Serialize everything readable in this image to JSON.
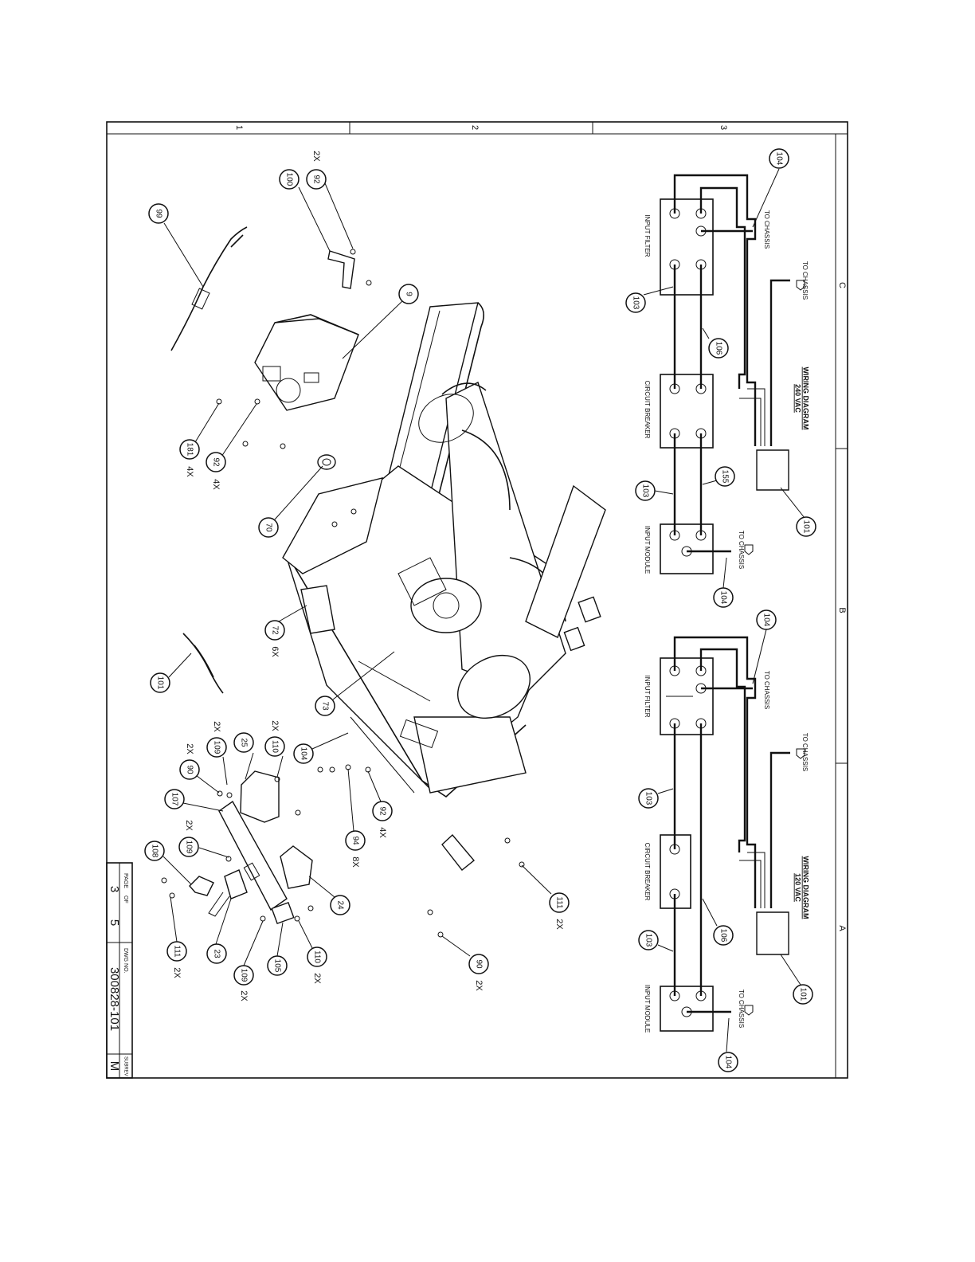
{
  "frame": {
    "zones_top": [
      "1",
      "2",
      "3"
    ],
    "zones_right": [
      "C",
      "B",
      "A"
    ]
  },
  "title_block": {
    "page_label": "PAGE",
    "of_label": "OF",
    "page": "3",
    "of": "5",
    "dwg_label": "DWG NO.",
    "dwg_no": "300828-101",
    "subrev_label": "SUBREV",
    "subrev": "M"
  },
  "wiring_240": {
    "title_line1": "WIRING DIAGRAM",
    "title_line2": "240 VAC",
    "input_filter": "INPUT FILTER",
    "circuit_breaker": "CIRCUIT BREAKER",
    "input_module": "INPUT MODULE",
    "to_chassis_filter": "TO CHASSIS",
    "to_chassis_cord": "TO CHASSIS",
    "to_chassis_module": "TO CHASSIS",
    "callouts": [
      "104",
      "101",
      "103",
      "106",
      "155",
      "103",
      "104"
    ]
  },
  "wiring_120": {
    "title_line1": "WIRING DIAGRAM",
    "title_line2": "120 VAC",
    "input_filter": "INPUT FILTER",
    "circuit_breaker": "CIRCUIT BREAKER",
    "input_module": "INPUT MODULE",
    "to_chassis_filter": "TO CHASSIS",
    "to_chassis_cord": "TO CHASSIS",
    "to_chassis_module": "TO CHASSIS",
    "callouts": [
      "104",
      "101",
      "103",
      "106",
      "103",
      "104"
    ]
  },
  "assembly_callouts": [
    {
      "num": "99",
      "qty": ""
    },
    {
      "num": "100",
      "qty": ""
    },
    {
      "num": "92",
      "qty": "2X"
    },
    {
      "num": "9",
      "qty": ""
    },
    {
      "num": "181",
      "qty": "4X"
    },
    {
      "num": "92",
      "qty": "4X"
    },
    {
      "num": "70",
      "qty": ""
    },
    {
      "num": "72",
      "qty": "6X"
    },
    {
      "num": "101",
      "qty": ""
    },
    {
      "num": "73",
      "qty": ""
    },
    {
      "num": "104",
      "qty": ""
    },
    {
      "num": "110",
      "qty": "2X"
    },
    {
      "num": "25",
      "qty": ""
    },
    {
      "num": "109",
      "qty": "2X"
    },
    {
      "num": "90",
      "qty": "2X"
    },
    {
      "num": "107",
      "qty": ""
    },
    {
      "num": "109",
      "qty": "2X"
    },
    {
      "num": "108",
      "qty": ""
    },
    {
      "num": "92",
      "qty": "4X"
    },
    {
      "num": "94",
      "qty": "8X"
    },
    {
      "num": "24",
      "qty": ""
    },
    {
      "num": "111",
      "qty": "2X"
    },
    {
      "num": "23",
      "qty": ""
    },
    {
      "num": "109",
      "qty": "2X"
    },
    {
      "num": "105",
      "qty": ""
    },
    {
      "num": "110",
      "qty": "2X"
    },
    {
      "num": "111",
      "qty": "2X"
    },
    {
      "num": "90",
      "qty": "2X"
    }
  ]
}
